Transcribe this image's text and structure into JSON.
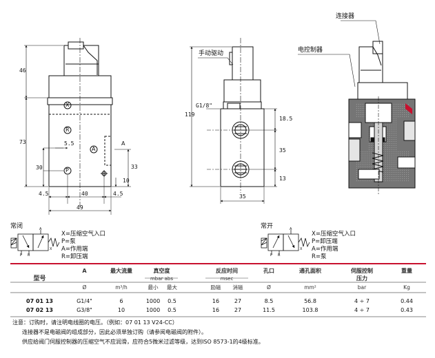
{
  "dims": {
    "d46": "46",
    "d73": "73",
    "d30": "30",
    "d5_5": "5.5",
    "d10": "10",
    "d33": "33",
    "d4_5a": "4.5",
    "d40": "40",
    "d4_5b": "4.5",
    "d49": "49",
    "d119": "119",
    "thread": "G1/8\"",
    "d18_5": "18.5",
    "d35v": "35",
    "d13": "13",
    "d35h": "35"
  },
  "ports": {
    "x": "X",
    "r": "R",
    "a": "A",
    "p": "P",
    "a_side": "A"
  },
  "callouts": {
    "manual": "手动驱动",
    "connector": "连接器",
    "controller": "电控制器"
  },
  "symbols": {
    "nc": {
      "title": "常闭",
      "legend": [
        "X=压缩空气入口",
        "P=泵",
        "A=作用端",
        "R=卸压端"
      ],
      "pa": "A",
      "pp": "P",
      "pr": "R",
      "px": "X"
    },
    "no": {
      "title": "常开",
      "legend": [
        "X=压缩空气入口",
        "P=卸压端",
        "A=作用端",
        "R=泵"
      ],
      "pa": "A",
      "pp": "P",
      "pr": "R",
      "px": "X"
    }
  },
  "table": {
    "h_model": "型号",
    "h_a": "A",
    "s_a": "Ø",
    "h_flow": "最大流量",
    "s_flow": "m³/h",
    "h_vac": "真空度",
    "s_vac_unit": "mbar abs",
    "s_vac_min": "最小",
    "s_vac_max": "最大",
    "h_resp": "反应时间",
    "s_resp_unit": "msec",
    "s_resp_on": "励磁",
    "s_resp_off": "消磁",
    "h_hole": "孔口",
    "s_hole": "Ø",
    "h_area": "通孔面积",
    "s_area": "mm²",
    "h_servo": "伺服控制",
    "h_servo2": "压力",
    "s_servo": "bar",
    "h_weight": "重量",
    "s_weight": "Kg",
    "rows": [
      {
        "model": "07 01 13",
        "a": "G1/4\"",
        "flow": "6",
        "vmin": "1000",
        "vmax": "0.5",
        "on": "16",
        "off": "27",
        "hole": "8.5",
        "area": "56.8",
        "servo": "4 ÷ 7",
        "weight": "0.44"
      },
      {
        "model": "07 02 13",
        "a": "G3/8\"",
        "flow": "10",
        "vmin": "1000",
        "vmax": "0.5",
        "on": "16",
        "off": "27",
        "hole": "11.5",
        "area": "103.8",
        "servo": "4 ÷ 7",
        "weight": "0.43"
      }
    ]
  },
  "notes": [
    "注意：订购时，请注明电线圈的电压。（例如：07 01 13 V24-CC）",
    "连接器不是电磁阀的组成部分，因此必须单独订购（请参阅电磁阀的附件）。",
    "供应给阀门伺服控制器的压缩空气不应润滑，应符合5微米过滤等级，达到ISO 8573-1的4级标准。"
  ],
  "colors": {
    "accent": "#c8102e",
    "section": "#707070"
  }
}
